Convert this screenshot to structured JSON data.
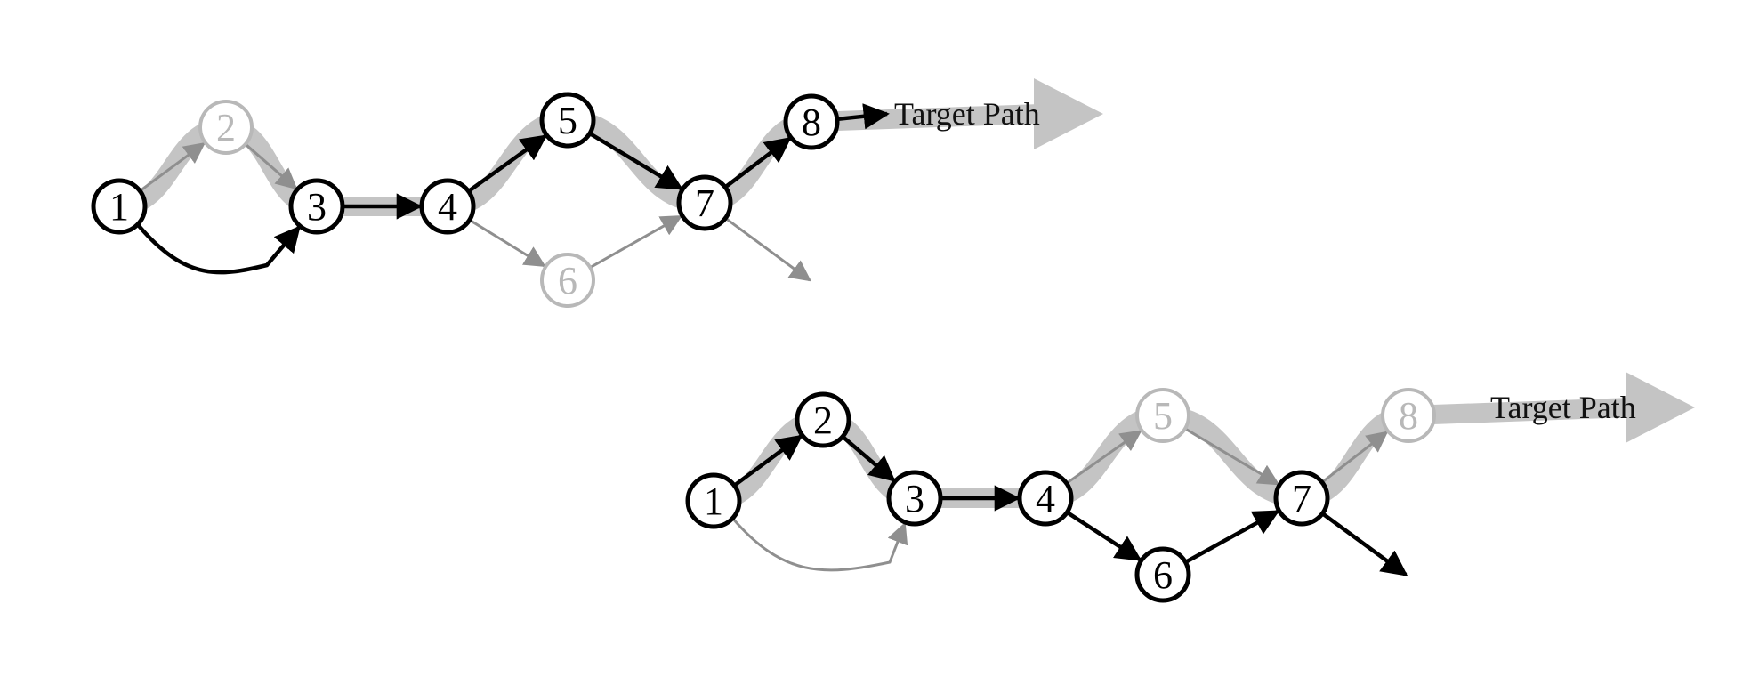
{
  "colors": {
    "background": "#ffffff",
    "active": "#000000",
    "inactive": "#8f8f8f",
    "inactive_label": "#b8b8b8",
    "target_band": "#c4c4c4"
  },
  "diagrams": [
    {
      "id": "top",
      "target_label": "Target Path",
      "nodes": [
        {
          "id": "1",
          "label": "1",
          "state": "active"
        },
        {
          "id": "2",
          "label": "2",
          "state": "inactive"
        },
        {
          "id": "3",
          "label": "3",
          "state": "active"
        },
        {
          "id": "4",
          "label": "4",
          "state": "active"
        },
        {
          "id": "5",
          "label": "5",
          "state": "active"
        },
        {
          "id": "6",
          "label": "6",
          "state": "inactive"
        },
        {
          "id": "7",
          "label": "7",
          "state": "active"
        },
        {
          "id": "8",
          "label": "8",
          "state": "active"
        }
      ],
      "edges": [
        {
          "from": "1",
          "to": "2",
          "state": "inactive"
        },
        {
          "from": "2",
          "to": "3",
          "state": "inactive"
        },
        {
          "from": "1",
          "to": "3",
          "state": "active",
          "curved": true
        },
        {
          "from": "3",
          "to": "4",
          "state": "active"
        },
        {
          "from": "4",
          "to": "5",
          "state": "active"
        },
        {
          "from": "5",
          "to": "7",
          "state": "active"
        },
        {
          "from": "4",
          "to": "6",
          "state": "inactive"
        },
        {
          "from": "6",
          "to": "7",
          "state": "inactive"
        },
        {
          "from": "7",
          "to": "8",
          "state": "active"
        },
        {
          "from": "7",
          "to": "exit",
          "state": "inactive"
        },
        {
          "from": "8",
          "to": "target",
          "state": "active"
        }
      ],
      "target_path": [
        "1",
        "2",
        "3",
        "4",
        "5",
        "7",
        "8"
      ]
    },
    {
      "id": "bottom",
      "target_label": "Target Path",
      "nodes": [
        {
          "id": "1",
          "label": "1",
          "state": "active"
        },
        {
          "id": "2",
          "label": "2",
          "state": "active"
        },
        {
          "id": "3",
          "label": "3",
          "state": "active"
        },
        {
          "id": "4",
          "label": "4",
          "state": "active"
        },
        {
          "id": "5",
          "label": "5",
          "state": "inactive"
        },
        {
          "id": "6",
          "label": "6",
          "state": "active"
        },
        {
          "id": "7",
          "label": "7",
          "state": "active"
        },
        {
          "id": "8",
          "label": "8",
          "state": "inactive"
        }
      ],
      "edges": [
        {
          "from": "1",
          "to": "2",
          "state": "active"
        },
        {
          "from": "2",
          "to": "3",
          "state": "active"
        },
        {
          "from": "1",
          "to": "3",
          "state": "inactive",
          "curved": true
        },
        {
          "from": "3",
          "to": "4",
          "state": "active"
        },
        {
          "from": "4",
          "to": "5",
          "state": "inactive"
        },
        {
          "from": "5",
          "to": "7",
          "state": "inactive"
        },
        {
          "from": "4",
          "to": "6",
          "state": "active"
        },
        {
          "from": "6",
          "to": "7",
          "state": "active"
        },
        {
          "from": "7",
          "to": "8",
          "state": "inactive"
        },
        {
          "from": "7",
          "to": "exit",
          "state": "active"
        }
      ],
      "target_path": [
        "1",
        "2",
        "3",
        "4",
        "5",
        "7",
        "8"
      ]
    }
  ]
}
